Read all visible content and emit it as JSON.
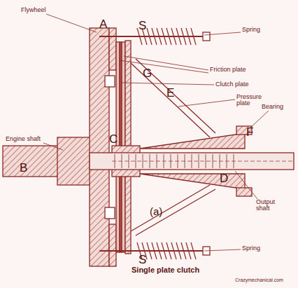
{
  "diagram": {
    "caption": "Single plate clutch",
    "labels": [
      "Flywheel",
      "A",
      "S",
      "Spring",
      "G",
      "Friction plate",
      "Clutch plate",
      "E",
      "Pressure plate",
      "Bearing",
      "F",
      "Engine shaft",
      "B",
      "C",
      "D",
      "Output shaft",
      "(a)",
      "S",
      "Spring",
      "Crazymechanical.com"
    ]
  }
}
